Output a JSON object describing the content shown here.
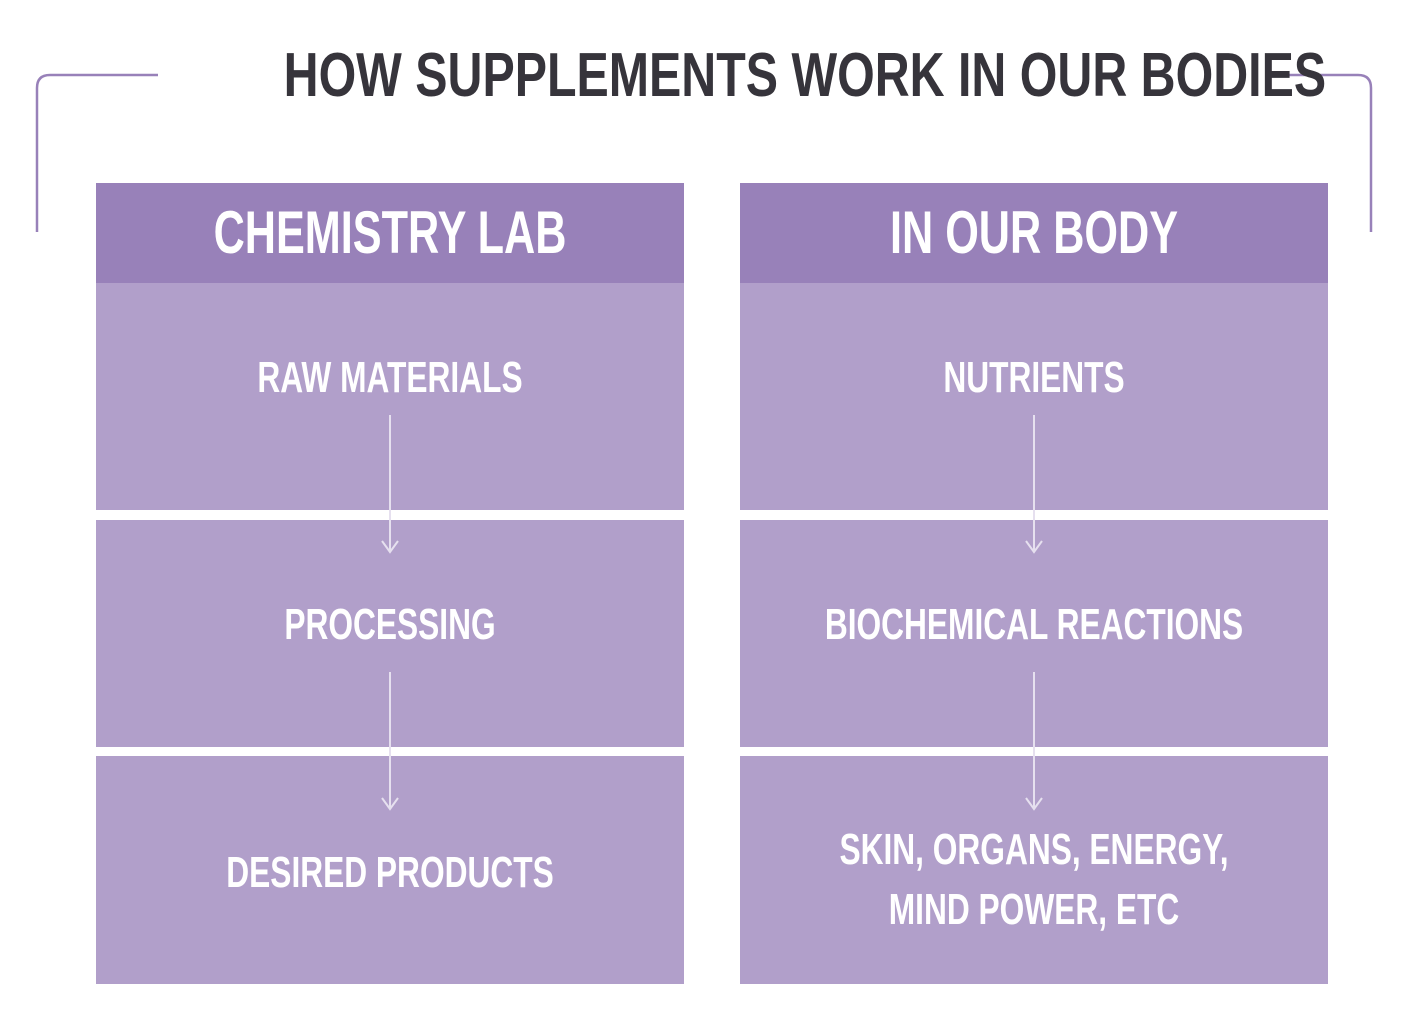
{
  "title": "HOW SUPPLEMENTS WORK IN OUR BODIES",
  "colors": {
    "title_text": "#36343b",
    "bracket": "#9881b9",
    "header_bg": "#9881b9",
    "cell_bg": "#b19fca",
    "cell_text": "#ffffff",
    "arrow": "#e6e0ef"
  },
  "columns": [
    {
      "header": "CHEMISTRY LAB",
      "steps": [
        "RAW MATERIALS",
        "PROCESSING",
        "DESIRED PRODUCTS"
      ]
    },
    {
      "header": "IN OUR BODY",
      "steps": [
        "NUTRIENTS",
        "BIOCHEMICAL REACTIONS",
        "SKIN, ORGANS, ENERGY,",
        "MIND POWER, ETC"
      ]
    }
  ],
  "icons": {
    "arrow": "arrow-down-icon"
  }
}
